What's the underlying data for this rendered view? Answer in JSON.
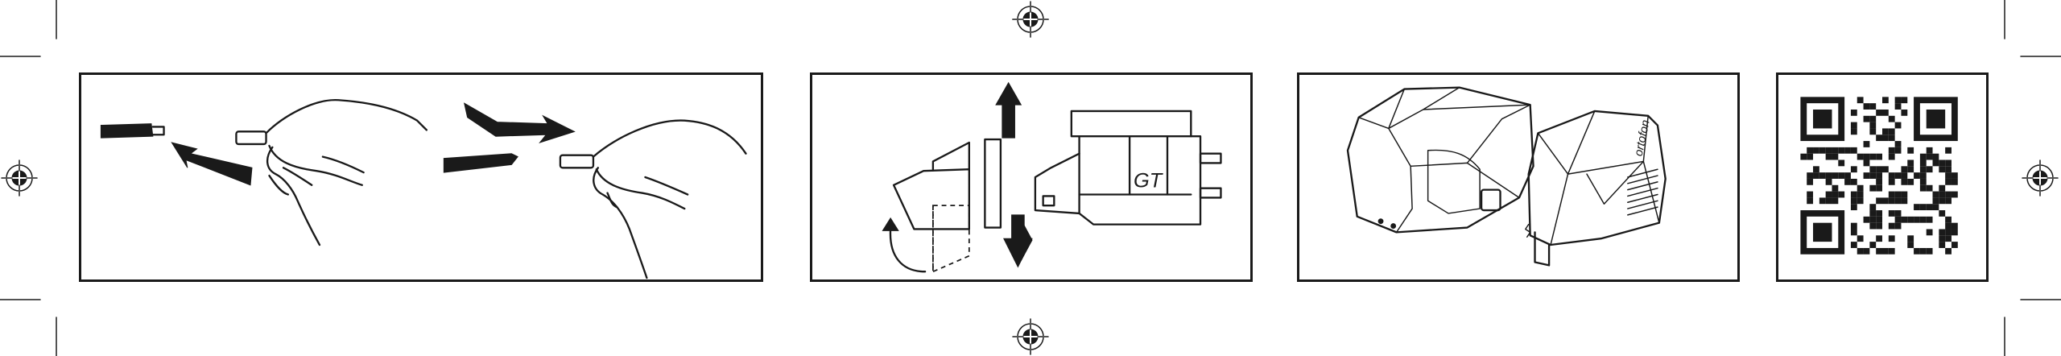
{
  "sheet": {
    "colors": {
      "ink": "#1a1a1a",
      "paper": "#ffffff"
    },
    "panels": [
      {
        "id": "stylus-replacement",
        "icon": "hands-stylus-icon"
      },
      {
        "id": "stylus-guard",
        "icon": "cartridge-side-view-icon"
      },
      {
        "id": "cartridge-bodies",
        "icon": "cartridge-3d-icon"
      },
      {
        "id": "qr-link",
        "icon": "qr-code-icon"
      }
    ],
    "cartridge_model_label": "GT",
    "brand_label": "ortofon",
    "registration_marks": [
      "registration-mark-top",
      "registration-mark-bottom",
      "registration-mark-left",
      "registration-mark-right"
    ]
  }
}
